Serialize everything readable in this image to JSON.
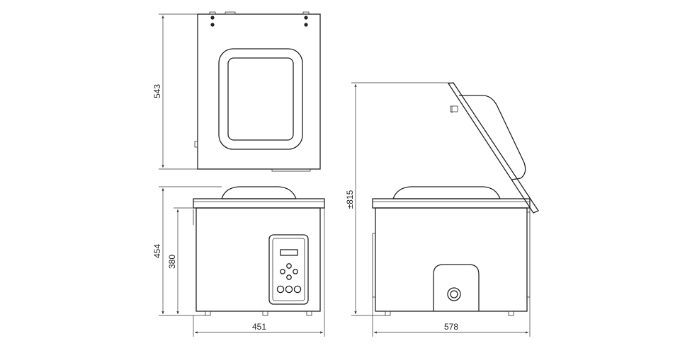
{
  "dimensions": {
    "top_view_depth": "543",
    "front_view_height": "454",
    "front_inner_height": "380",
    "front_width": "451",
    "side_open_height": "±815",
    "side_depth": "578"
  }
}
